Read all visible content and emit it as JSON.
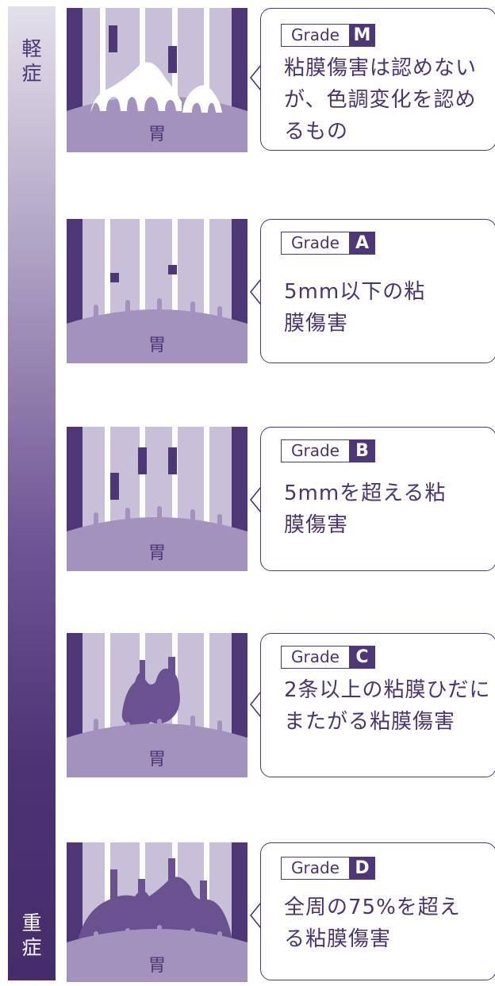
{
  "scale": {
    "top_label": "軽\n症",
    "bottom_label": "重\n症"
  },
  "colors": {
    "dark": "#4e3777",
    "light": "#c8bfd8",
    "stomach": "#a292bd",
    "white": "#ffffff"
  },
  "stomach_label": "胃",
  "grades": [
    {
      "grade_word": "Grade",
      "letter": "M",
      "description": "粘膜傷害は認めないが、色調変化を認めるもの"
    },
    {
      "grade_word": "Grade",
      "letter": "A",
      "description": "5mm以下の粘膜傷害"
    },
    {
      "grade_word": "Grade",
      "letter": "B",
      "description": "5mmを超える粘膜傷害"
    },
    {
      "grade_word": "Grade",
      "letter": "C",
      "description": "2条以上の粘膜ひだにまたがる粘膜傷害"
    },
    {
      "grade_word": "Grade",
      "letter": "D",
      "description": "全周の75%を超える粘膜傷害"
    }
  ]
}
